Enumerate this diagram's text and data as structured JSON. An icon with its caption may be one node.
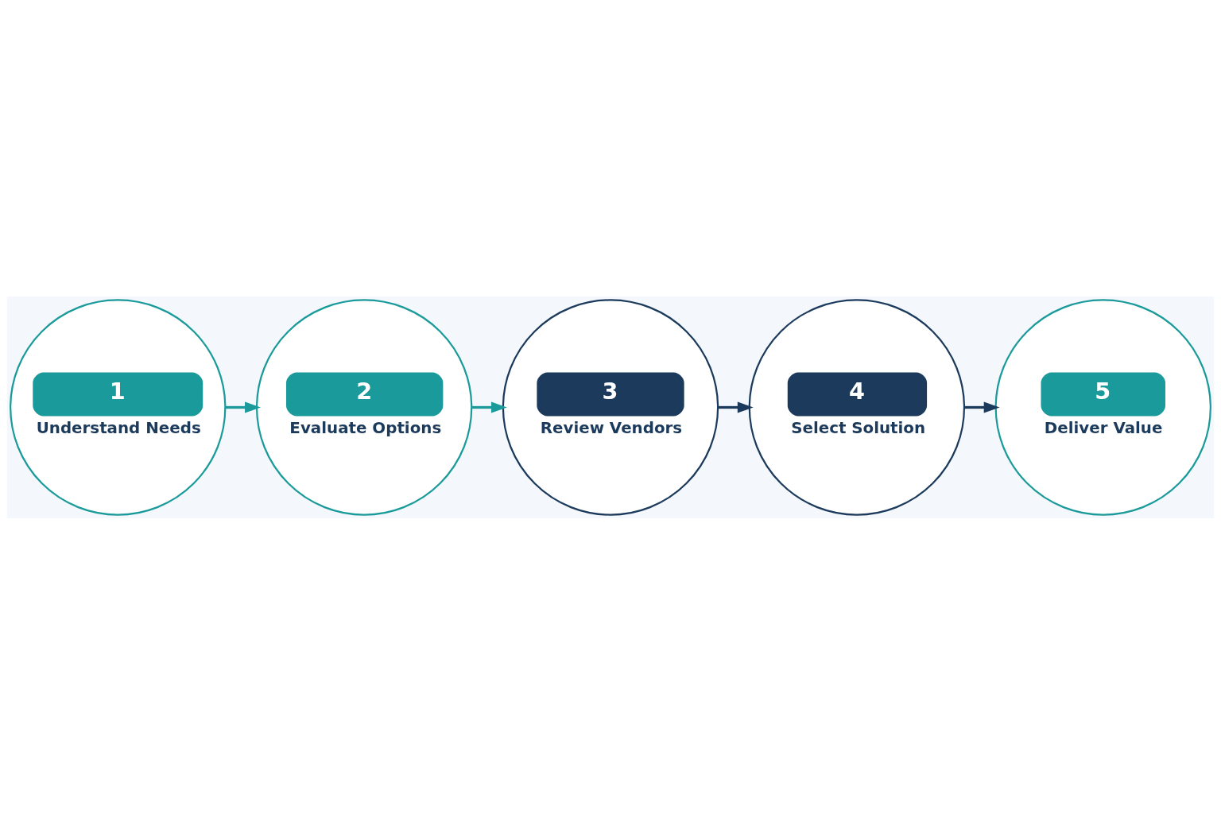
{
  "diagram": {
    "nodes": [
      {
        "text": [
          "1",
          "Understand Needs"
        ]
      },
      {
        "text": [
          "2",
          "Evaluate Options"
        ]
      },
      {
        "text": [
          "3",
          "Review Vendors"
        ]
      },
      {
        "text": [
          "4",
          "Select Solution"
        ]
      },
      {
        "text": [
          "5",
          "Deliver Value"
        ]
      }
    ],
    "edges": [
      {
        "from": 0,
        "to": 1,
        "arrow": "to",
        "color": "#1a9a9a"
      },
      {
        "from": 1,
        "to": 2,
        "arrow": "to",
        "color": "#1a9a9a"
      },
      {
        "from": 2,
        "to": 3,
        "arrow": "to",
        "color": "#1b3a5c"
      },
      {
        "from": 3,
        "to": 4,
        "arrow": "to",
        "color": "#1b3a5c"
      }
    ]
  }
}
